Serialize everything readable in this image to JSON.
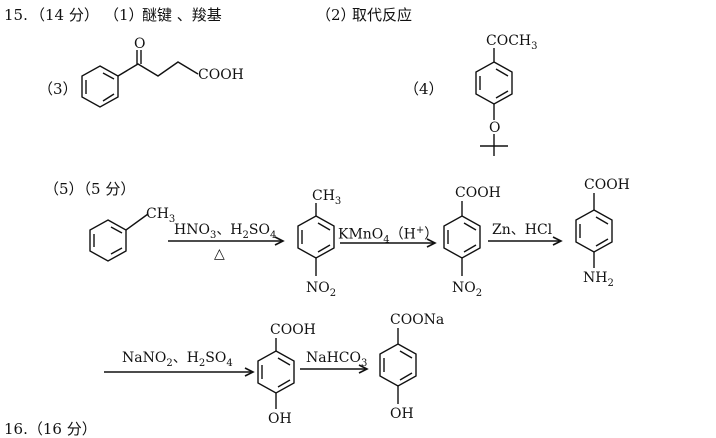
{
  "header": {
    "question_number": "15.",
    "points": "（14 分）",
    "part1_label": "（1）",
    "part1_answer": "醚键 、羧基",
    "part2_label": "（2）",
    "part2_answer": "取代反应"
  },
  "part3": {
    "label": "（3）",
    "carbonyl_o": "O",
    "acid_group": "COOH"
  },
  "part4": {
    "label": "（4）",
    "top_group": "COCH3",
    "ether_o": "O"
  },
  "part5": {
    "label": "（5）（5 分）",
    "toluene_methyl": "CH3",
    "step1_reagents": "HNO3、H2SO4",
    "step1_condition": "△",
    "nitrotoluene_top": "CH3",
    "nitrotoluene_bottom": "NO2",
    "step2_reagents": "KMnO4（H+）",
    "nitroacid_top": "COOH",
    "nitroacid_bottom": "NO2",
    "step3_reagents": "Zn、HCl",
    "aminoacid_top": "COOH",
    "aminoacid_bottom": "NH2",
    "step4_reagents": "NaNO2、H2SO4",
    "hydroxyacid_top": "COOH",
    "hydroxyacid_bottom": "OH",
    "step5_reagents": "NaHCO3",
    "salt_top": "COONa",
    "salt_bottom": "OH"
  },
  "footer": {
    "next_question": "16.（16 分）"
  }
}
